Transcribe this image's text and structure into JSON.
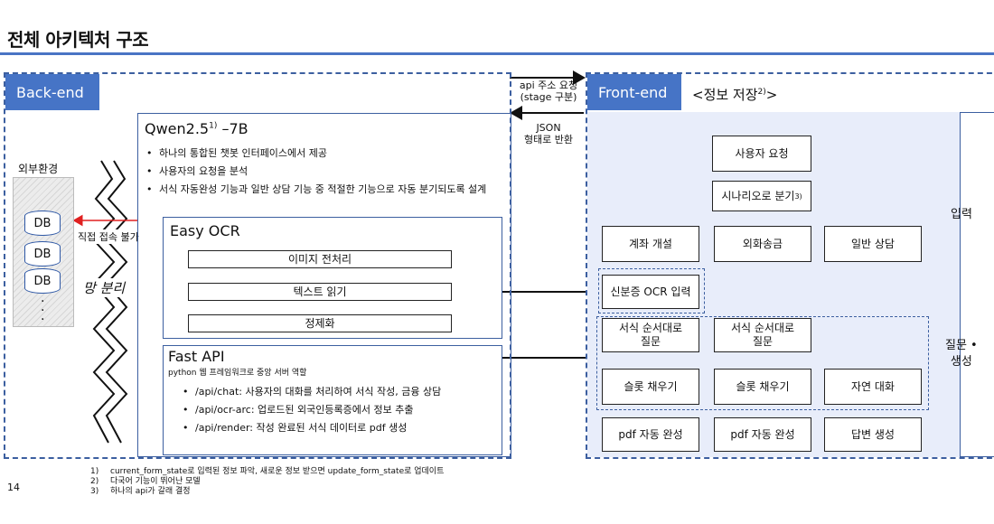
{
  "page": {
    "title": "전체 아키텍처 구조",
    "page_number": "14"
  },
  "backend": {
    "label": "Back-end",
    "external_env_label": "외부환경",
    "db_labels": [
      "DB",
      "DB",
      "DB"
    ],
    "direct_access_label": "직접 접속 불가",
    "network_separation_label": "망 분리",
    "qwen": {
      "title_main": "Qwen2.5",
      "title_sup": "1)",
      "title_tail": " –7B",
      "bullets": [
        "하나의 통합된 챗봇 인터페이스에서 제공",
        "사용자의 요청을 분석",
        "서식 자동완성 기능과 일반 상담 기능 중 적절한 기능으로 자동 분기되도록 설계"
      ]
    },
    "easy_ocr": {
      "title": "Easy OCR",
      "steps": [
        "이미지 전처리",
        "텍스트 읽기",
        "정제화"
      ]
    },
    "fast_api": {
      "title": "Fast API",
      "subtitle": "python 웹 프레임워크로 중앙 서버 역할",
      "bullets": [
        "/api/chat: 사용자의 대화를 처리하여 서식 작성, 금융 상담",
        "/api/ocr-arc: 업로드된 외국인등록증에서 정보 추출",
        "/api/render: 작성 완료된 서식 데이터로 pdf 생성"
      ]
    }
  },
  "middle": {
    "request_label": "api 주소 요청\n(stage 구분)",
    "response_label": "JSON\n형태로 반환"
  },
  "frontend": {
    "label": "Front-end",
    "info_storage_label": "<정보 저장",
    "info_storage_sup": "2)",
    "info_storage_close": ">",
    "user_request": "사용자 요청",
    "scenario_branch": "시나리오로 분기",
    "scenario_branch_sup": "3)",
    "branches": [
      "계좌 개설",
      "외화송금",
      "일반 상담"
    ],
    "id_ocr_input": "신분증 OCR 입력",
    "form_order_questions": [
      "서식 순서대로\n질문",
      "서식 순서대로\n질문"
    ],
    "slot_fill": [
      "슬롯 채우기",
      "슬롯 채우기"
    ],
    "natural_conversation": "자연 대화",
    "pdf_autocomplete": [
      "pdf 자동 완성",
      "pdf 자동 완성"
    ],
    "answer_generation": "답변 생성",
    "input_label": "입력",
    "question_generation_label": "질문 •\n생성"
  },
  "footnotes": [
    {
      "num": "1)",
      "text": "current_form_state로 입력된 정보 파악, 새로운 정보 받으면 update_form_state로 업데이트"
    },
    {
      "num": "2)",
      "text": "다국어 기능이 뛰어난 모델"
    },
    {
      "num": "3)",
      "text": "하나의 api가 갈래 결정"
    }
  ],
  "colors": {
    "accent_blue": "#4674c6",
    "dashed_border": "#3c5fa0",
    "frontend_fill": "#e8edfa",
    "alert_red": "#e02020"
  }
}
